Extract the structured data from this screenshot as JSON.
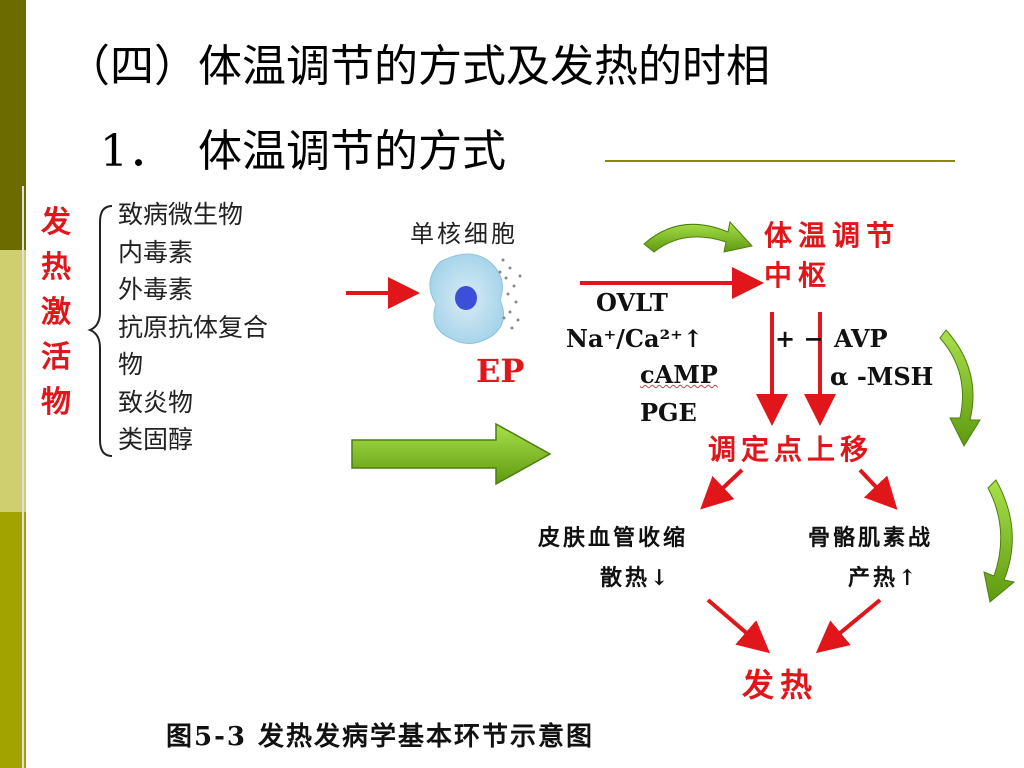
{
  "slide": {
    "title": "（四）体温调节的方式及发热的时相",
    "subtitle_number": "1．",
    "subtitle_text": "体温调节的方式",
    "accent_dark": "#6b6b00",
    "accent_light": "#cfcf70",
    "accent_mid": "#a3a300"
  },
  "diagram": {
    "activator_heading": "发热激活物",
    "activators": [
      "致病微生物",
      "内毒素",
      "外毒素",
      "抗原抗体复合",
      "物",
      "致炎物",
      "类固醇"
    ],
    "cell_label": "单核细胞",
    "ep_label": "EP",
    "center_line1": "体温调节",
    "center_line2": "中枢",
    "mediators_left": [
      "OVLT",
      "Na⁺/Ca²⁺↑",
      "cAMP",
      "PGE"
    ],
    "plus_minus": "+ −",
    "mediators_right": [
      "AVP",
      "α -MSH"
    ],
    "set_point": "调定点上移",
    "skin_response": "皮肤血管收缩",
    "heat_loss": "散热↓",
    "muscle_response": "骨骼肌素战",
    "heat_production": "产热↑",
    "result": "发热",
    "caption": "图5-3 发热发病学基本环节示意图",
    "red_color": "#e0161b",
    "green_color": "#7cc21e"
  }
}
